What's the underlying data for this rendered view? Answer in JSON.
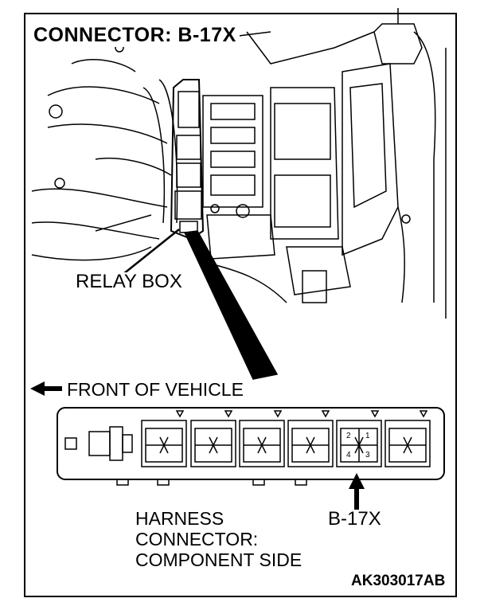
{
  "title": "CONNECTOR: B-17X",
  "relay_box_label": "RELAY BOX",
  "front_label": "FRONT OF VEHICLE",
  "harness_label": [
    "HARNESS",
    "CONNECTOR:",
    "COMPONENT SIDE"
  ],
  "connector_label": "B-17X",
  "figure_id": "AK303017AB",
  "connector_pins": [
    "1",
    "2",
    "3",
    "4"
  ]
}
